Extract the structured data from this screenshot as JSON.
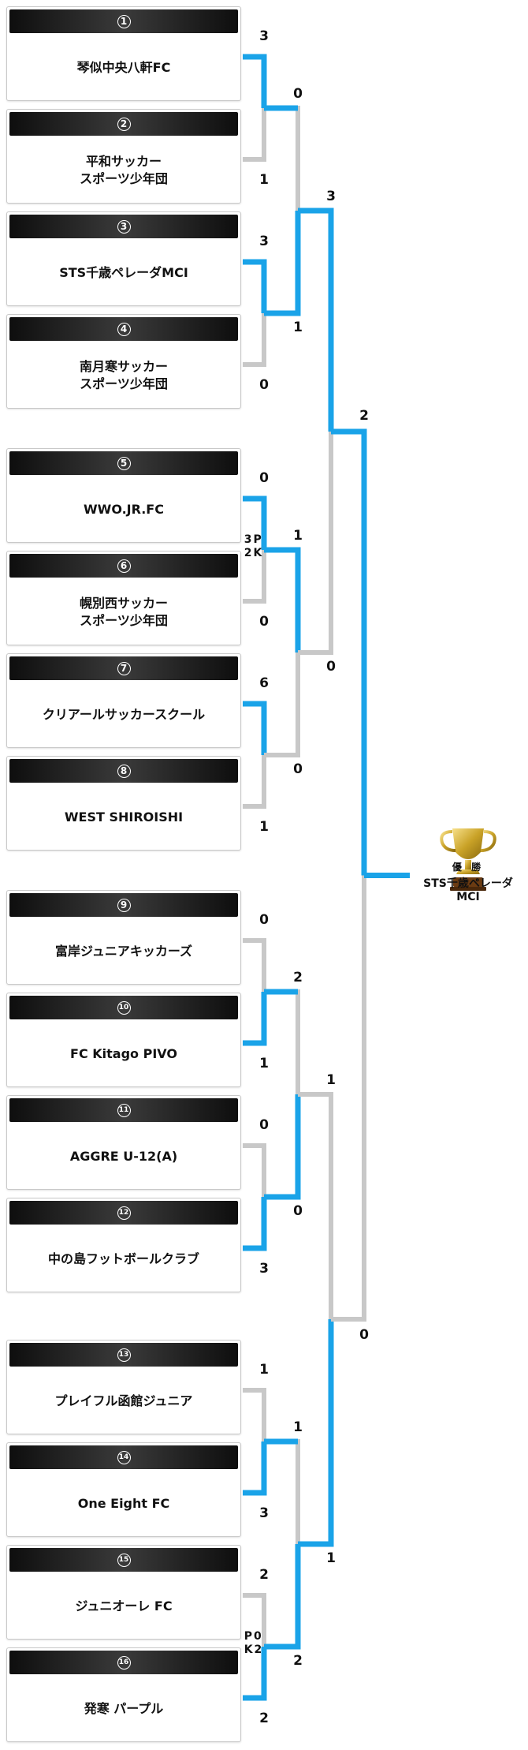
{
  "teams": [
    {
      "seed": "①",
      "name": "琴似中央八軒FC"
    },
    {
      "seed": "②",
      "name": "平和サッカー\nスポーツ少年団"
    },
    {
      "seed": "③",
      "name": "STS千歳ペレーダMCI"
    },
    {
      "seed": "④",
      "name": "南月寒サッカー\nスポーツ少年団"
    },
    {
      "seed": "⑤",
      "name": "WWO.JR.FC"
    },
    {
      "seed": "⑥",
      "name": "幌別西サッカー\nスポーツ少年団"
    },
    {
      "seed": "⑦",
      "name": "クリアールサッカースクール"
    },
    {
      "seed": "⑧",
      "name": "WEST SHIROISHI"
    },
    {
      "seed": "⑨",
      "name": "富岸ジュニアキッカーズ"
    },
    {
      "seed": "⑩",
      "name": "FC Kitago PIVO"
    },
    {
      "seed": "⑪",
      "name": "AGGRE U-12(A)"
    },
    {
      "seed": "⑫",
      "name": "中の島フットボールクラブ"
    },
    {
      "seed": "⑬",
      "name": "プレイフル函館ジュニア"
    },
    {
      "seed": "⑭",
      "name": "One Eight FC"
    },
    {
      "seed": "⑮",
      "name": "ジュニオーレ FC"
    },
    {
      "seed": "⑯",
      "name": "発寒 パープル"
    }
  ],
  "round1_scores": [
    "3",
    "1",
    "3",
    "0",
    "0",
    "0",
    "6",
    "1",
    "0",
    "1",
    "0",
    "3",
    "1",
    "3",
    "2",
    "2"
  ],
  "round2_scores": [
    "0",
    "1",
    "1",
    "0",
    "2",
    "0",
    "1",
    "2"
  ],
  "round3_scores": [
    "3",
    "0",
    "1",
    "1"
  ],
  "semifinal_scores": [
    "2",
    "0"
  ],
  "penalties": [
    {
      "text": "3P\n2K"
    },
    {
      "text": "P0\nK2"
    }
  ],
  "champion": {
    "label": "優 勝",
    "team": "STS千歳ペレーダMCI"
  },
  "colors": {
    "win": "#1aa3e8",
    "lose": "#c8c8c8"
  }
}
